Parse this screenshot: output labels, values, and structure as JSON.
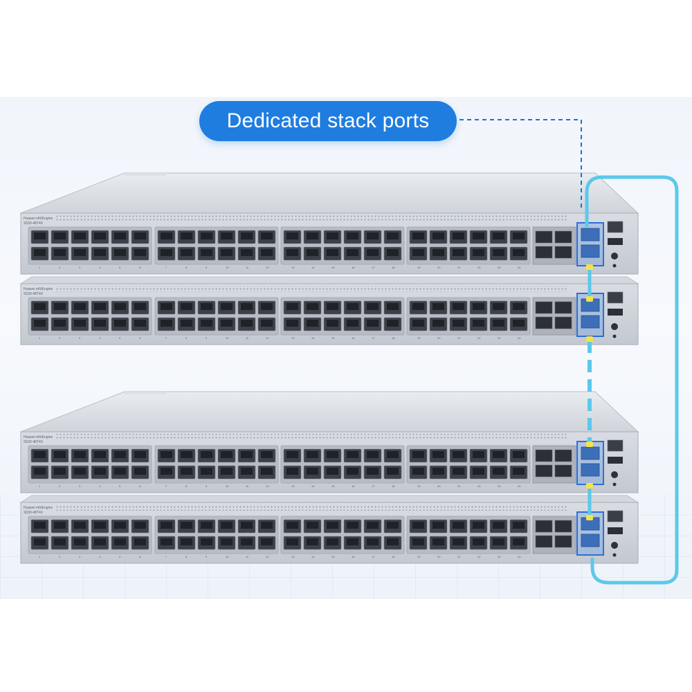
{
  "callout": {
    "label": "Dedicated stack ports"
  },
  "switches": [
    {
      "id": 1,
      "brand": "Huawei eKitEngine",
      "model": "S530-48T4X"
    },
    {
      "id": 2,
      "brand": "Huawei eKitEngine",
      "model": "S530-48T4X"
    },
    {
      "id": 3,
      "brand": "Huawei eKitEngine",
      "model": "S530-48T4X"
    },
    {
      "id": 4,
      "brand": "Huawei eKitEngine",
      "model": "S530-48T4X"
    }
  ],
  "colors": {
    "callout_bg": "#1f7de0",
    "callout_text": "#ffffff",
    "stack_cable": "#5cc8ea",
    "stack_port_highlight": "#2d6fd6",
    "yellow_connector": "#f4e24a",
    "leader_line": "#1f6fd1",
    "chassis": "#c9ced6"
  },
  "icons": [
    "rj45-port-icon",
    "sfp-port-icon",
    "stack-port-icon",
    "console-port-icon",
    "usb-port-icon"
  ]
}
